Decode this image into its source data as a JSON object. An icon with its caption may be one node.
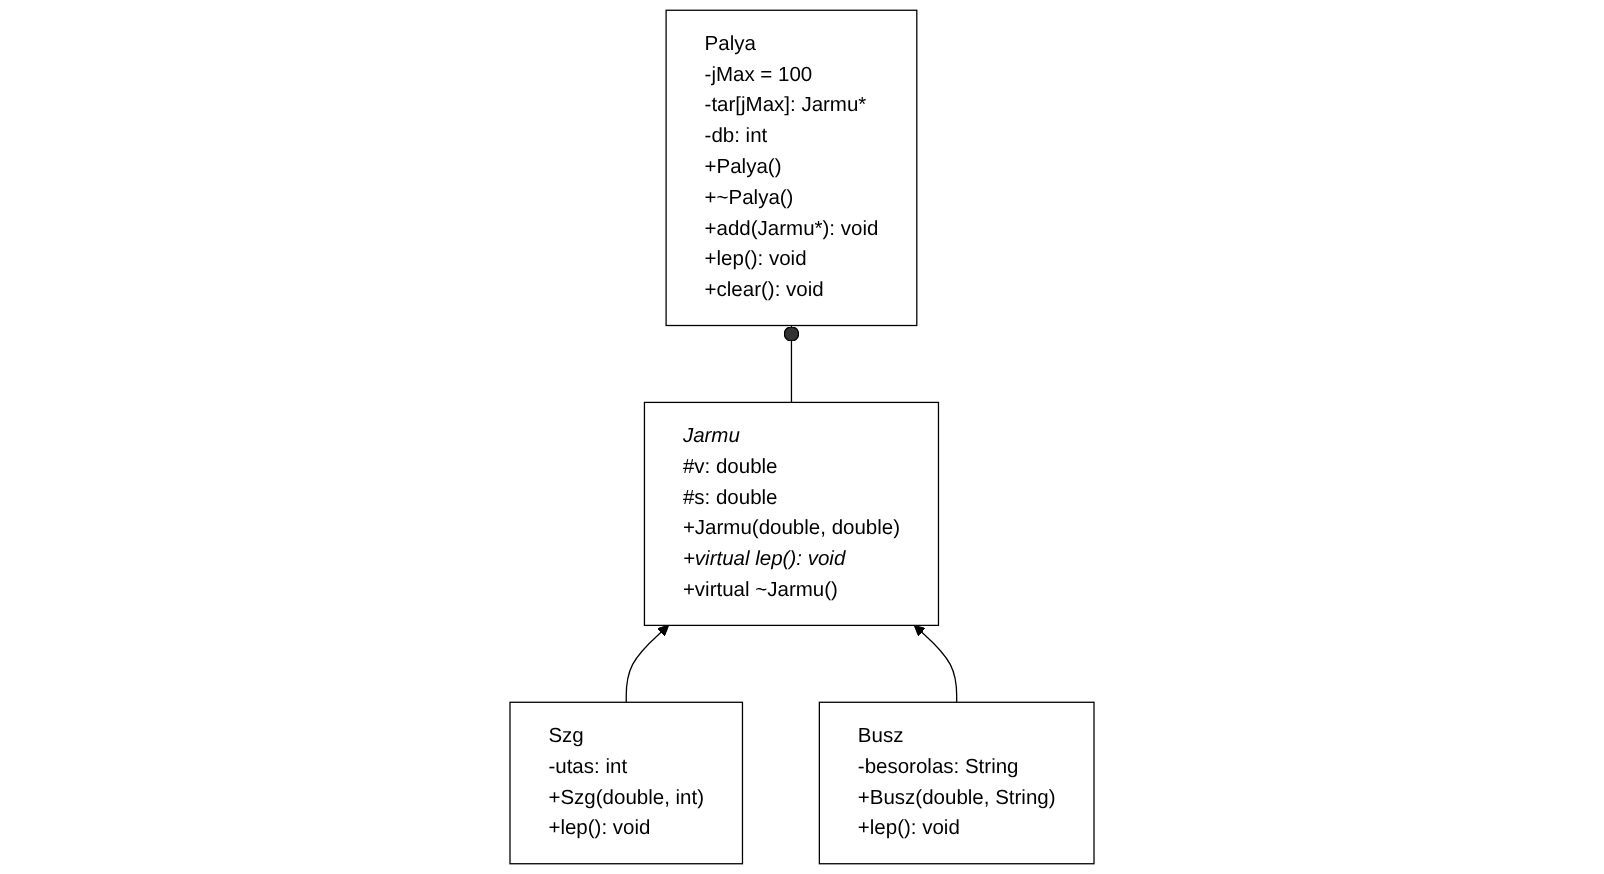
{
  "diagram": {
    "nodes": [
      {
        "text": [
          "Jarmu",
          "#v: double",
          "#s: double",
          "+Jarmu(double, double)",
          "+virtual lep(): void",
          "+virtual ~Jarmu()"
        ]
      },
      {
        "text": [
          "Palya",
          "-jMax = 100",
          "-tar[jMax]: Jarmu*",
          "-db: int",
          "+Palya()",
          "+~Palya()",
          "+add(Jarmu*): void",
          "+lep(): void",
          "+clear(): void"
        ]
      },
      {
        "text": [
          "Szg",
          "-utas: int",
          "+Szg(double, int)",
          "+lep(): void"
        ]
      },
      {
        "text": [
          "Busz",
          "-besorolas: String",
          "+Busz(double, String)",
          "+lep(): void"
        ]
      }
    ],
    "edges": [
      {
        "from": 0,
        "to": 1,
        "arrow": "other"
      },
      {
        "from": 2,
        "to": 0,
        "arrow": "to"
      },
      {
        "from": 3,
        "to": 0,
        "arrow": "to"
      }
    ]
  }
}
